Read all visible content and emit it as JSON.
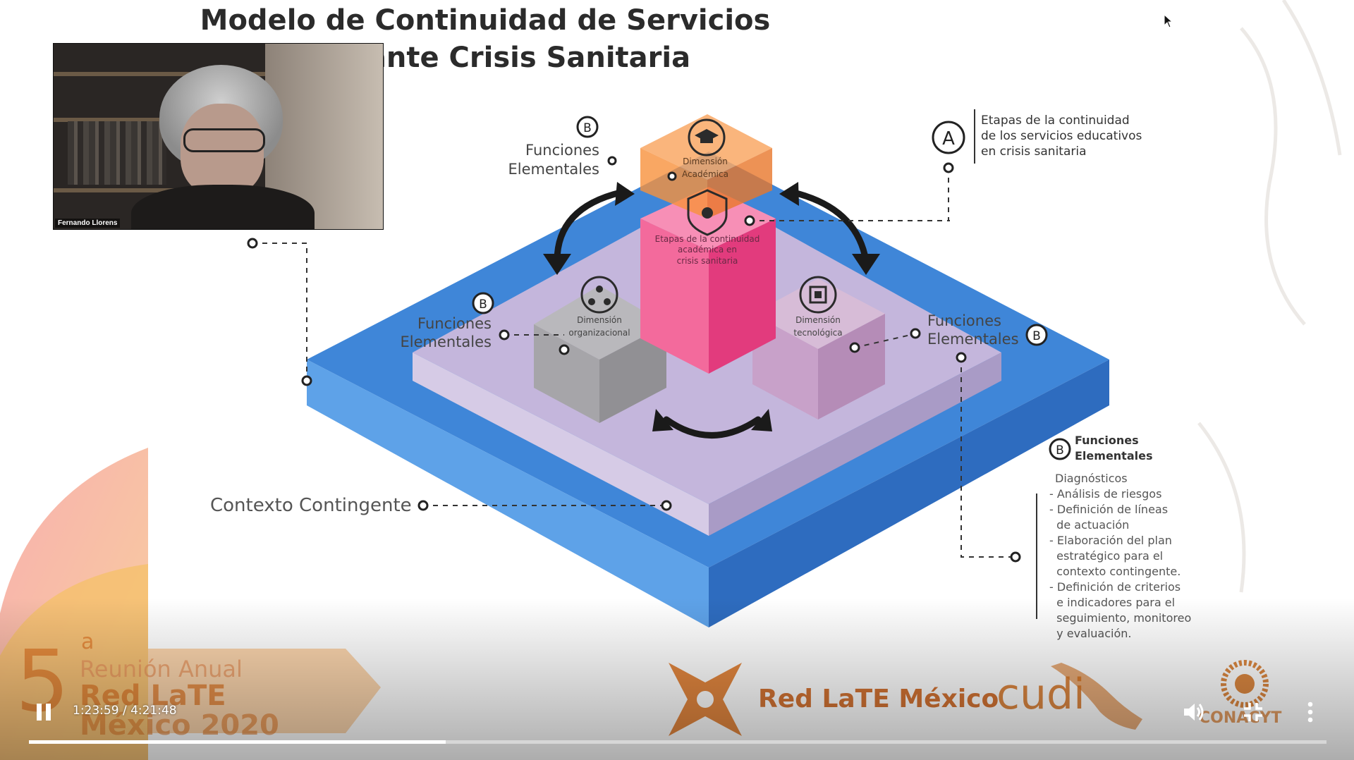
{
  "slide": {
    "title_line1": "Modelo de Continuidad de Servicios",
    "title_line2": "ante Crisis Sanitaria",
    "marker_a": "A",
    "marker_b": "B",
    "etapas_label": [
      "Etapas de la continuidad",
      "de los servicios educativos",
      "en crisis sanitaria"
    ],
    "funciones_label": [
      "Funciones",
      "Elementales"
    ],
    "contexto_label": "Contexto Contingente",
    "dim_academica": [
      "Dimensión",
      "Académica"
    ],
    "dim_etapas": [
      "Etapas de la continuidad",
      "académica en",
      "crisis sanitaria"
    ],
    "dim_organizacional": [
      "Dimensión",
      "organizacional"
    ],
    "dim_tecnologica": [
      "Dimensión",
      "tecnológica"
    ],
    "funciones_list_title": [
      "Funciones",
      "Elementales"
    ],
    "funciones_list": [
      "Diagnósticos",
      "- Análisis de riesgos",
      "- Definición de líneas",
      "  de actuación",
      "- Elaboración del plan",
      "  estratégico para el",
      "  contexto contingente.",
      "- Definición de criterios",
      "  e indicadores para el",
      "  seguimiento, monitoreo",
      "  y evaluación."
    ],
    "event_number": "5",
    "event_ordinal": "a",
    "event_line1": "Reunión Anual",
    "event_line2": "Red LaTE",
    "event_line3": "México 2020",
    "sponsor_red": "Red LaTE México",
    "sponsor_cudi": "cudi",
    "sponsor_conacyt": "CONACYT"
  },
  "webcam": {
    "name": "Fernando Llorens"
  },
  "player": {
    "current_time": "1:23:59",
    "total_time": "4:21:48",
    "time_display": "1:23:59 / 4:21:48",
    "progress_fraction": 0.321,
    "icons": {
      "pause": "pause-icon",
      "volume": "volume-icon",
      "exit_fullscreen": "exit-fullscreen-icon",
      "more": "more-vert-icon"
    }
  },
  "colors": {
    "blue": "#3f86d8",
    "lavender": "#c4b6dc",
    "pink": "#f04e8c",
    "orange": "#f7913c",
    "accent_orange": "#e07a2a"
  }
}
